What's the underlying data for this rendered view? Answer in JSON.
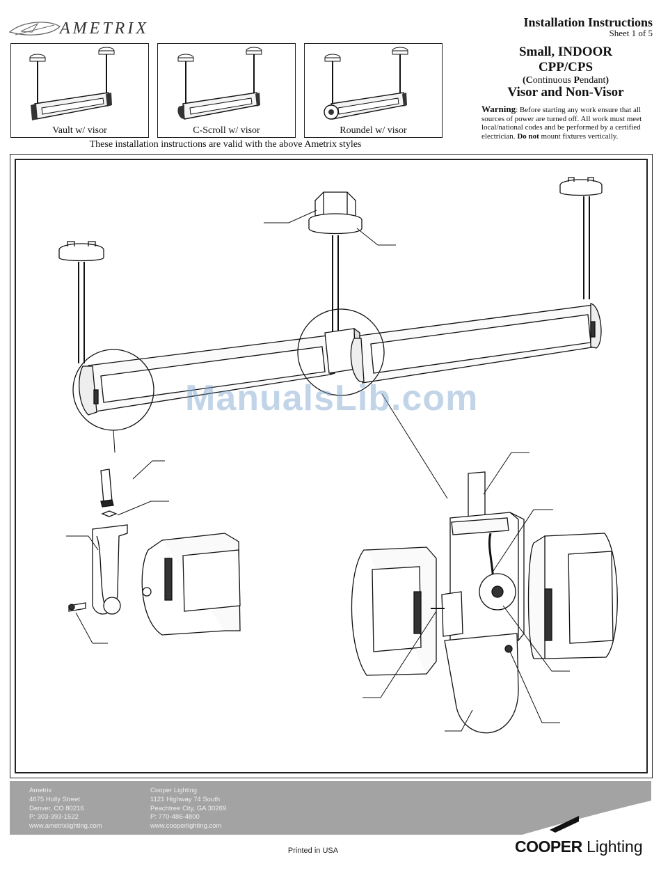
{
  "header": {
    "brand": "AMETRIX",
    "installation_title": "Installation Instructions",
    "sheet": "Sheet 1 of 5"
  },
  "styles": [
    {
      "caption": "Vault w/ visor"
    },
    {
      "caption": "C-Scroll w/ visor"
    },
    {
      "caption": "Roundel w/ visor"
    }
  ],
  "valid_note": "These installation instructions are valid with the above Ametrix styles",
  "product": {
    "line1": "Small, INDOOR",
    "line2": "CPP/CPS",
    "sub_open": "(",
    "sub_c": "C",
    "sub_mid": "ontinuous ",
    "sub_p": "P",
    "sub_end": "endant",
    "sub_close": ")",
    "line3": "Visor and Non-Visor"
  },
  "warning": {
    "label": "Warning",
    "text": ":  Before starting any work ensure that all sources of power are turned off.  All work must meet local/national codes and be performed by a certified electrician.  ",
    "bold_tail": "Do not",
    "tail": " mount fixtures vertically."
  },
  "watermark": "ManualsLib.com",
  "footer": {
    "ametrix": [
      "Ametrix",
      "4675 Holly Street",
      "Denver, CO 80216",
      "P: 303-393-1522",
      "www.ametrixlighting.com"
    ],
    "cooper": [
      "Cooper Lighting",
      "1121 Highway 74 South",
      "Peachtree City, GA 30269",
      "P: 770-486-4800",
      "www.cooperlighting.com"
    ],
    "printed": "Printed in USA",
    "brand_bold": "COOPER",
    "brand_light": " Lighting"
  },
  "colors": {
    "footer_bg": "#a3a3a3",
    "watermark": "#78a0cd"
  }
}
